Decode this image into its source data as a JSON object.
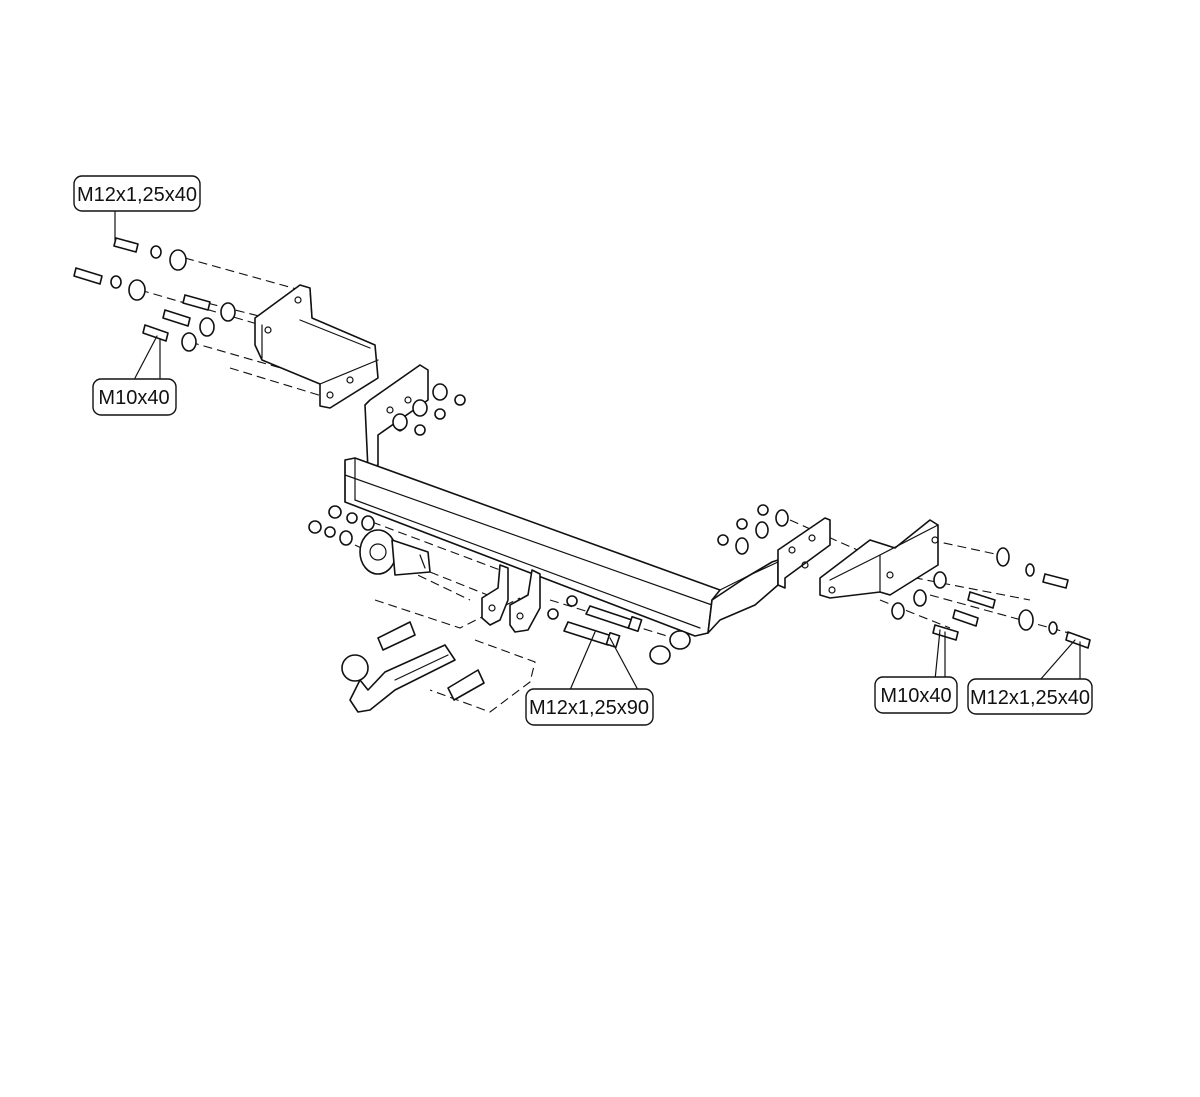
{
  "labels": {
    "bolt_top_left": "M12x1,25x40",
    "bolt_left": "M10x40",
    "bolt_center": "M12x1,25x90",
    "bolt_right": "M10x40",
    "bolt_top_right": "M12x1,25x40"
  }
}
